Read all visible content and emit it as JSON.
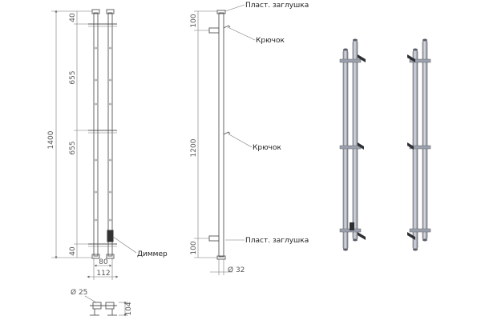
{
  "front_view": {
    "overall_height": "1400",
    "segment_top_gap": "40",
    "segment_upper": "655",
    "segment_lower": "655",
    "segment_bottom_gap": "40",
    "inner_width": "80",
    "outer_width": "112",
    "dimmer_label": "Диммер"
  },
  "side_view": {
    "cap_top_label": "Пласт. заглушка",
    "hook_top_label": "Крючок",
    "hook_mid_label": "Крючок",
    "cap_bottom_label": "Пласт. заглушка",
    "gap_top": "100",
    "span_middle": "1200",
    "gap_bottom": "100",
    "tube_diameter": "Ø 32"
  },
  "top_view": {
    "diameter": "Ø 25",
    "depth": "104"
  },
  "colors": {
    "line": "#555555",
    "tube_fill": "#c9ccd6",
    "tube_shade": "#8a8f9c",
    "hook_dark": "#2e2f33"
  }
}
